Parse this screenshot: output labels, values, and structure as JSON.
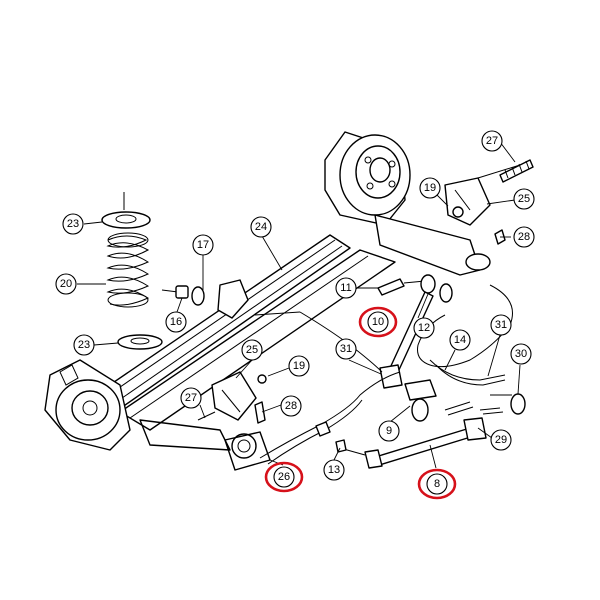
{
  "highlight_color": "#d6111a",
  "callouts": [
    {
      "id": "c27a",
      "label": "27",
      "highlighted": false
    },
    {
      "id": "c19a",
      "label": "19",
      "highlighted": false
    },
    {
      "id": "c25a",
      "label": "25",
      "highlighted": false
    },
    {
      "id": "c28a",
      "label": "28",
      "highlighted": false
    },
    {
      "id": "c23a",
      "label": "23",
      "highlighted": false
    },
    {
      "id": "c24",
      "label": "24",
      "highlighted": false
    },
    {
      "id": "c17",
      "label": "17",
      "highlighted": false
    },
    {
      "id": "c20",
      "label": "20",
      "highlighted": false
    },
    {
      "id": "c16",
      "label": "16",
      "highlighted": false
    },
    {
      "id": "c11",
      "label": "11",
      "highlighted": false
    },
    {
      "id": "c10",
      "label": "10",
      "highlighted": true
    },
    {
      "id": "c12",
      "label": "12",
      "highlighted": false
    },
    {
      "id": "c31a",
      "label": "31",
      "highlighted": false
    },
    {
      "id": "c23b",
      "label": "23",
      "highlighted": false
    },
    {
      "id": "c25b",
      "label": "25",
      "highlighted": false
    },
    {
      "id": "c19b",
      "label": "19",
      "highlighted": false
    },
    {
      "id": "c31b",
      "label": "31",
      "highlighted": false
    },
    {
      "id": "c14",
      "label": "14",
      "highlighted": false
    },
    {
      "id": "c30",
      "label": "30",
      "highlighted": false
    },
    {
      "id": "c27b",
      "label": "27",
      "highlighted": false
    },
    {
      "id": "c28b",
      "label": "28",
      "highlighted": false
    },
    {
      "id": "c9",
      "label": "9",
      "highlighted": false
    },
    {
      "id": "c29",
      "label": "29",
      "highlighted": false
    },
    {
      "id": "c13",
      "label": "13",
      "highlighted": false
    },
    {
      "id": "c26",
      "label": "26",
      "highlighted": true
    },
    {
      "id": "c8",
      "label": "8",
      "highlighted": true
    }
  ]
}
